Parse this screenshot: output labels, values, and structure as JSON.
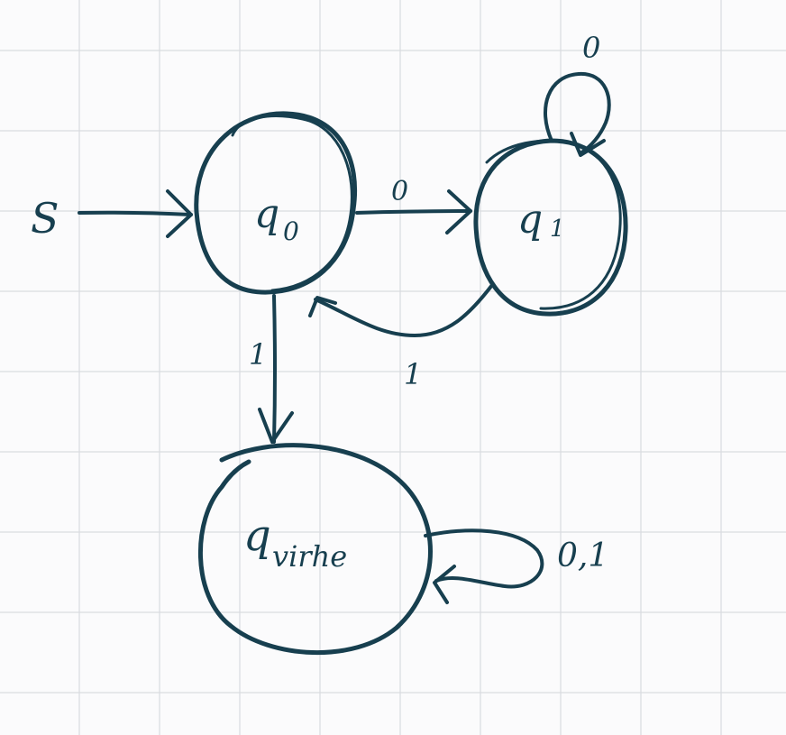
{
  "diagram": {
    "ink_color": "#173f4f",
    "grid_color": "#d9dce0",
    "background_color": "#fbfbfc",
    "start_label": "S",
    "states": [
      {
        "id": "q0",
        "label_base": "q",
        "label_sub": "0",
        "accepting": true
      },
      {
        "id": "q1",
        "label_base": "q",
        "label_sub": "1",
        "accepting": true
      },
      {
        "id": "qvirhe",
        "label_base": "q",
        "label_sub": "virhe",
        "accepting": false
      }
    ],
    "transitions": [
      {
        "from": "q0",
        "to": "q1",
        "label": "0"
      },
      {
        "from": "q1",
        "to": "q1",
        "label": "0"
      },
      {
        "from": "q1",
        "to": "q0",
        "label": "1"
      },
      {
        "from": "q0",
        "to": "qvirhe",
        "label": "1"
      },
      {
        "from": "qvirhe",
        "to": "qvirhe",
        "label": "0,1"
      }
    ]
  }
}
